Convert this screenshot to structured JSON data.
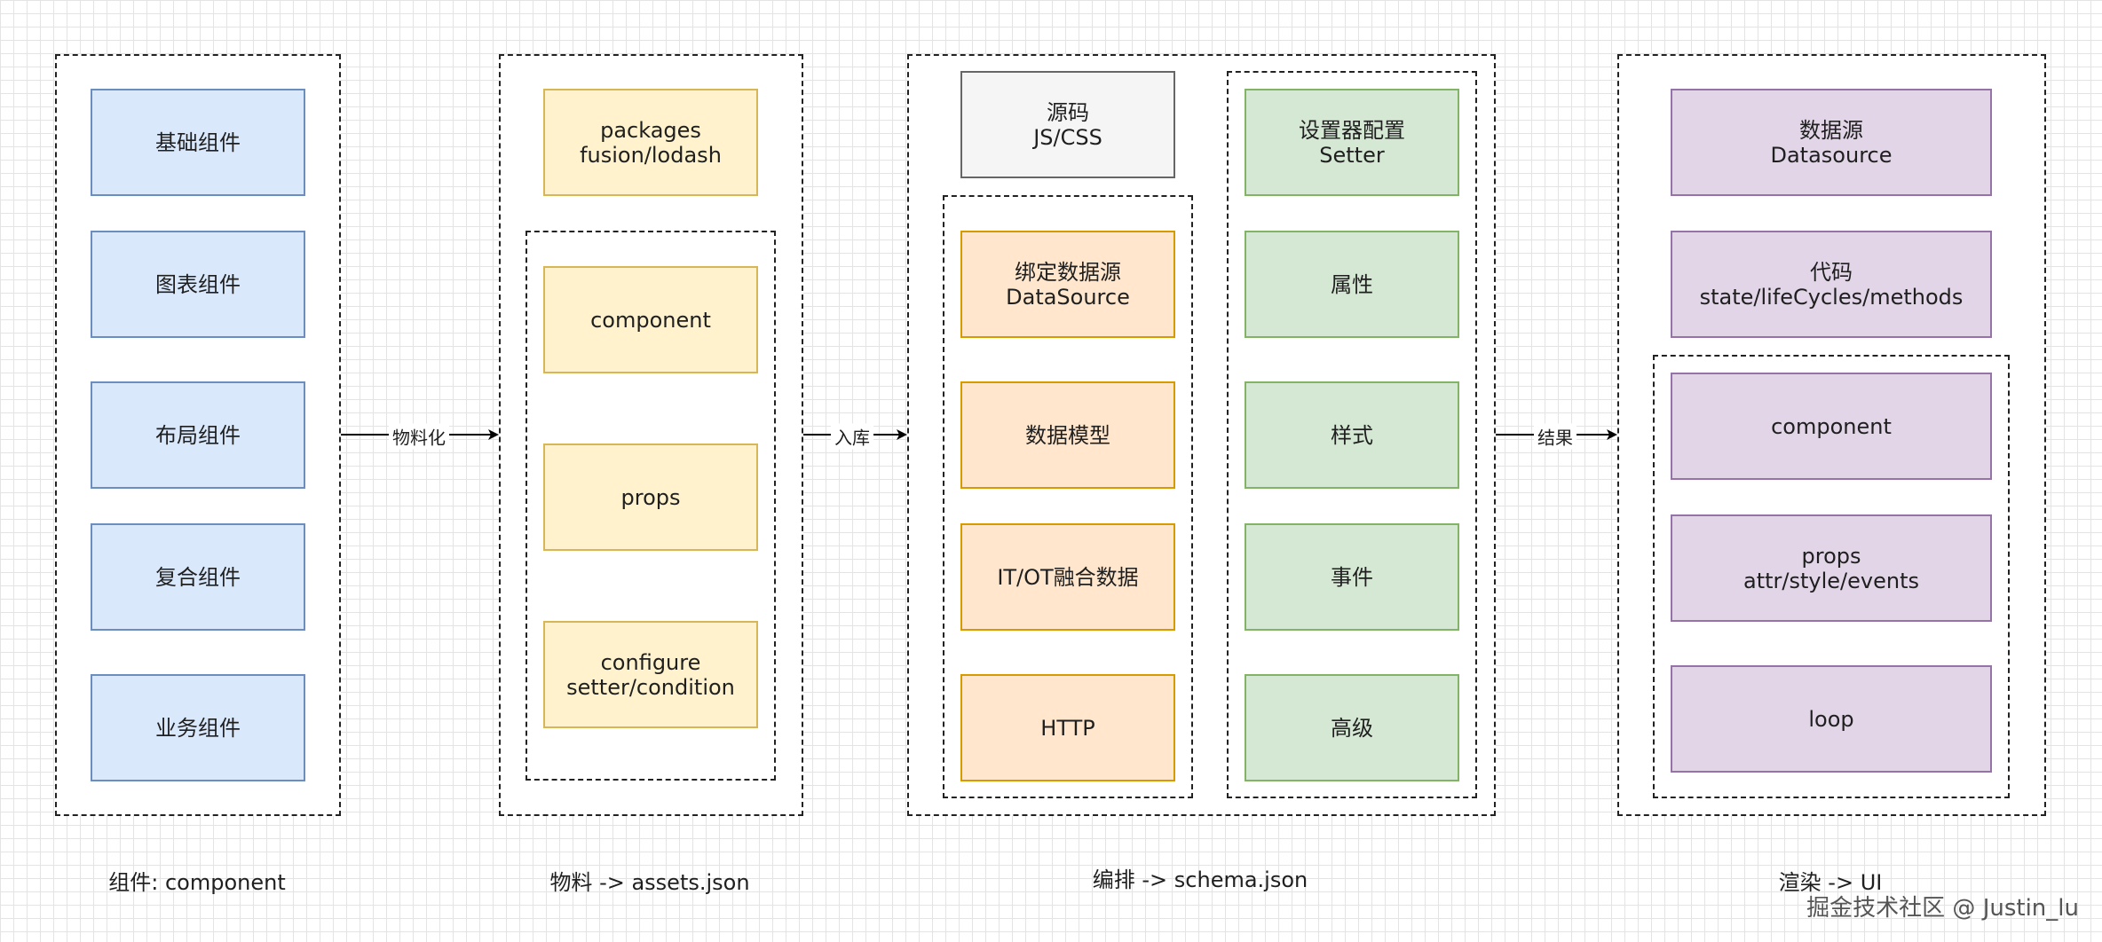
{
  "columns": {
    "components": {
      "caption": "组件:  component",
      "boxes": [
        "基础组件",
        "图表组件",
        "布局组件",
        "复合组件",
        "业务组件"
      ]
    },
    "materials": {
      "caption": "物料 ->  assets.json",
      "packages": [
        "packages",
        "fusion/lodash"
      ],
      "component": "component",
      "props": "props",
      "configure": [
        "configure",
        "setter/condition"
      ]
    },
    "orchestration": {
      "caption": "编排 -> schema.json",
      "source": [
        "源码",
        "JS/CSS"
      ],
      "datasources": [
        [
          "绑定数据源",
          "DataSource"
        ],
        [
          "数据模型"
        ],
        [
          "IT/OT融合数据"
        ],
        [
          "HTTP"
        ]
      ],
      "setter_config": [
        "设置器配置",
        "Setter"
      ],
      "setters": [
        "属性",
        "样式",
        "事件",
        "高级"
      ]
    },
    "render": {
      "caption": "渲染 -> UI",
      "datasource": [
        "数据源",
        "Datasource"
      ],
      "code": [
        "代码",
        "state/lifeCycles/methods"
      ],
      "component": "component",
      "props": [
        "props",
        "attr/style/events"
      ],
      "loop": "loop"
    }
  },
  "edges": {
    "materialize": "物料化",
    "store": "入库",
    "result": "结果"
  },
  "watermark": "掘金技术社区 @ Justin_lu",
  "colors": {
    "blue_fill": "#dae8fc",
    "blue_stroke": "#6c8ebf",
    "yellow_fill": "#fff2cc",
    "yellow_stroke": "#d6b656",
    "gray_fill": "#f5f5f5",
    "gray_stroke": "#666666",
    "orange_fill": "#ffe6cc",
    "orange_stroke": "#d79b00",
    "green_fill": "#d5e8d4",
    "green_stroke": "#82b366",
    "purple_fill": "#e1d5e7",
    "purple_stroke": "#9673a6"
  }
}
